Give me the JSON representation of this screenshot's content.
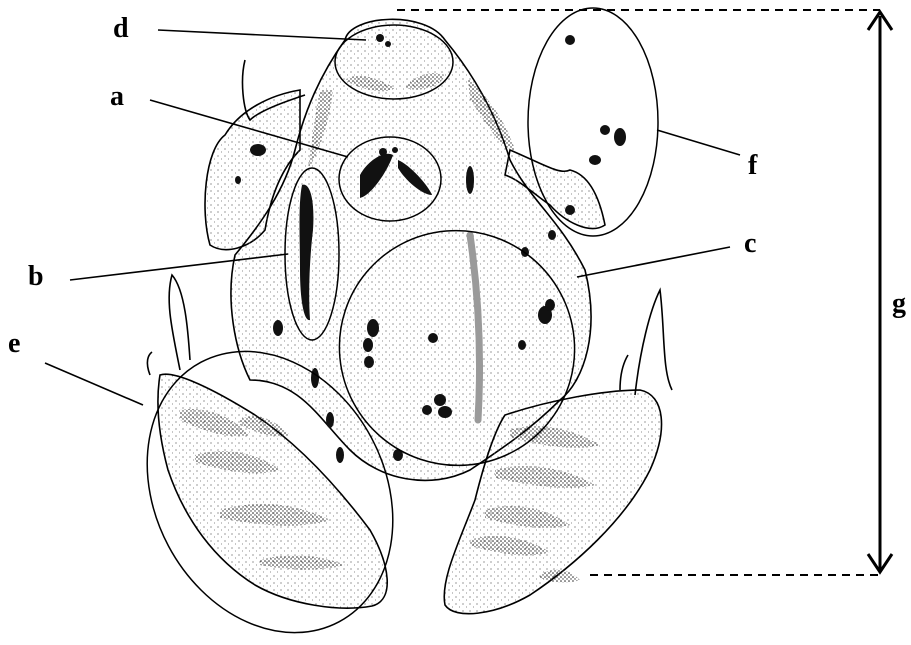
{
  "labels": {
    "a": "a",
    "b": "b",
    "c": "c",
    "d": "d",
    "e": "e",
    "f": "f",
    "g": "g"
  },
  "colors": {
    "ink": "#000000",
    "paper": "#ffffff",
    "spot": "#111111",
    "stipple": "#555555"
  }
}
